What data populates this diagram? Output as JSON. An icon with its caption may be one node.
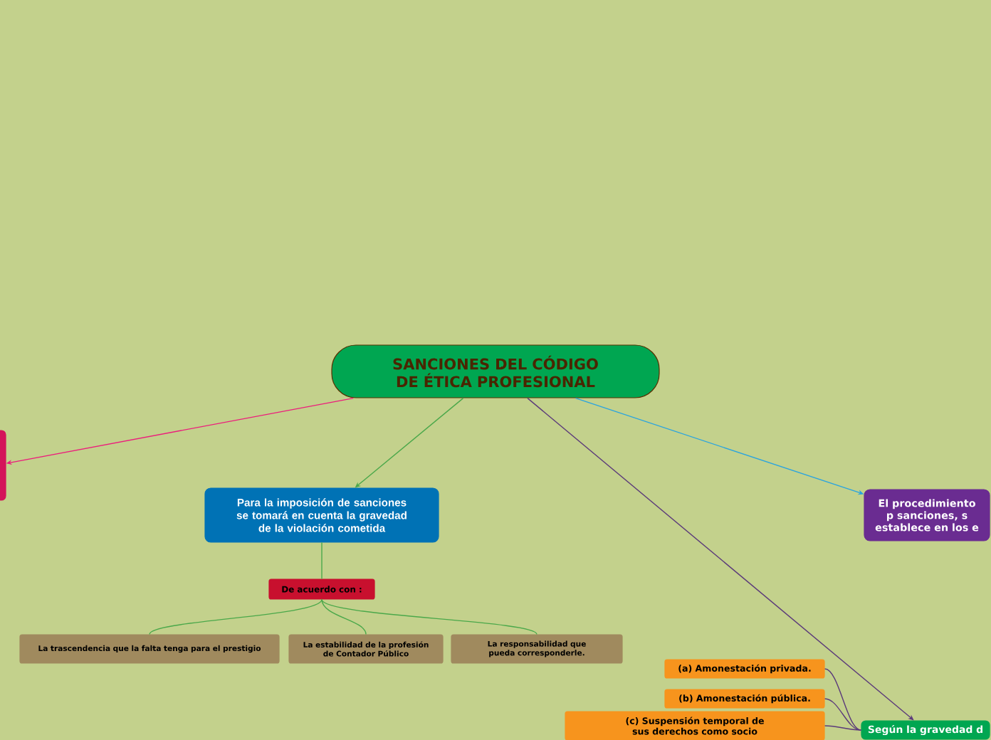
{
  "diagram": {
    "nodes": [
      {
        "text": [
          "SANCIONES DEL CÓDIGO DE ÉTICA PROFESIONAL"
        ]
      },
      {
        "text": [],
        "shape": "box"
      },
      {
        "text": [
          "Para la imposición de sanciones se tomará en cuenta la gravedad de la violación cometida"
        ]
      },
      {
        "text": [
          "De acuerdo con :"
        ]
      },
      {
        "text": [
          "La trascendencia que la falta tenga para el prestigio"
        ]
      },
      {
        "text": [
          "La estabilidad de la profesión de Contador Público"
        ]
      },
      {
        "text": [
          "La responsabilidad que pueda corresponderle."
        ]
      },
      {
        "text": [
          "El procedimiento p sanciones, s establece en los e"
        ]
      },
      {
        "text": [
          "(a) Amonestación privada."
        ]
      },
      {
        "text": [
          "(b) Amonestación pública."
        ]
      },
      {
        "text": [
          "(c) Suspensión temporal de sus derechos como socio"
        ]
      },
      {
        "text": [
          "Según la gravedad d"
        ]
      }
    ],
    "edges": [
      {
        "from": 0,
        "to": 1,
        "arrow": "to",
        "color": "#ec1c7c"
      },
      {
        "from": 0,
        "to": 2,
        "arrow": "to"
      },
      {
        "from": 0,
        "to": 7,
        "arrow": "to",
        "color": "#29a3e0"
      },
      {
        "from": 0,
        "to": 11,
        "arrow": "to",
        "color": "#5b3a7a"
      },
      {
        "from": 2,
        "to": 3,
        "arrow": "none"
      },
      {
        "from": 3,
        "to": 4,
        "arrow": "none"
      },
      {
        "from": 3,
        "to": 5,
        "arrow": "none"
      },
      {
        "from": 3,
        "to": 6,
        "arrow": "none"
      },
      {
        "from": 11,
        "to": 8,
        "arrow": "none",
        "color": "#5b3a7a"
      },
      {
        "from": 11,
        "to": 9,
        "arrow": "none",
        "color": "#5b3a7a"
      },
      {
        "from": 11,
        "to": 10,
        "arrow": "none",
        "color": "#5b3a7a"
      }
    ]
  }
}
